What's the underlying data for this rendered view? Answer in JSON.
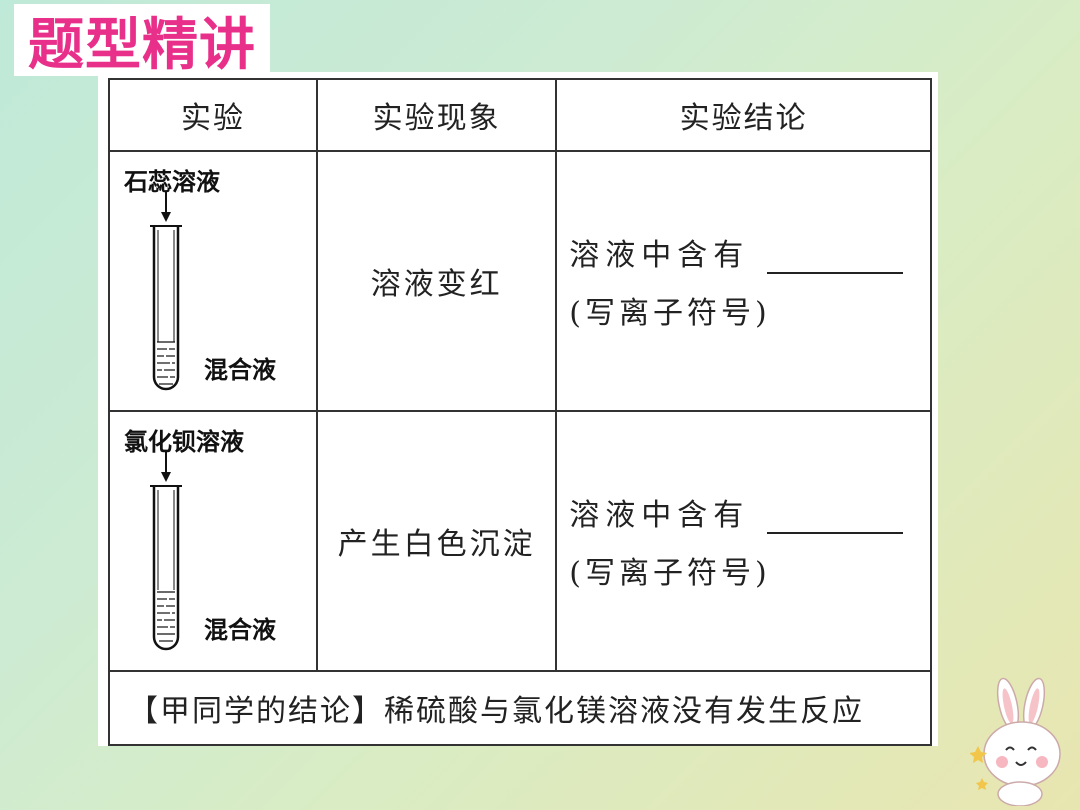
{
  "title": "题型精讲",
  "table": {
    "headers": [
      "实验",
      "实验现象",
      "实验结论"
    ],
    "rows": [
      {
        "reagent": "石蕊溶液",
        "mixture": "混合液",
        "phenomenon": "溶液变红",
        "conclusion_line1": "溶液中含有",
        "conclusion_line2": "(写离子符号)"
      },
      {
        "reagent": "氯化钡溶液",
        "mixture": "混合液",
        "phenomenon": "产生白色沉淀",
        "conclusion_line1": "溶液中含有",
        "conclusion_line2": "(写离子符号)"
      }
    ],
    "footer": "【甲同学的结论】稀硫酸与氯化镁溶液没有发生反应"
  },
  "colors": {
    "title_pink": "#e8308a",
    "border": "#333333"
  }
}
